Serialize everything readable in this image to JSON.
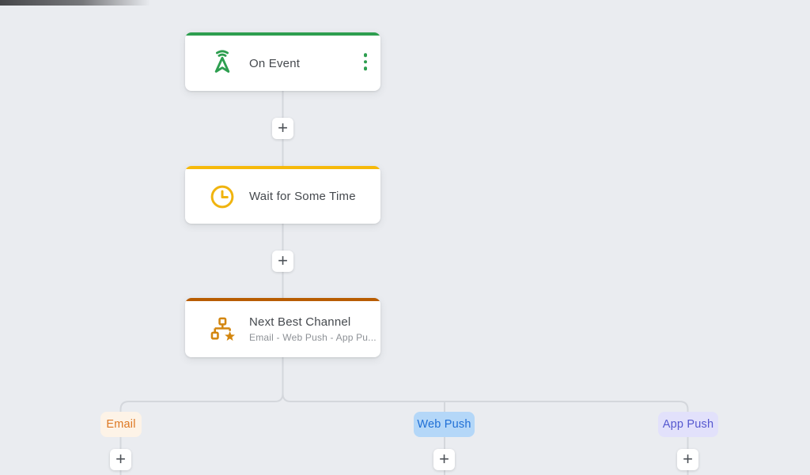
{
  "canvas": {
    "background_color": "#eaecf0",
    "connector_color": "#d4d7dc"
  },
  "nodes": [
    {
      "title": "On Event",
      "accent_color": "#2d9e4f",
      "icon": "broadcast-icon",
      "menu_icon": "kebab-menu-icon"
    },
    {
      "title": "Wait for Some Time",
      "accent_color": "#f6b90a",
      "icon": "clock-icon"
    },
    {
      "title": "Next Best Channel",
      "subtitle": "Email - Web Push - App Pu...",
      "accent_color": "#b85c00",
      "icon": "hierarchy-star-icon"
    }
  ],
  "add_step": {
    "glyph": "+"
  },
  "branches": [
    {
      "label": "Email",
      "text_color": "#dd7722",
      "bg_color": "#fdf3e7"
    },
    {
      "label": "Web Push",
      "text_color": "#1f6fd6",
      "bg_color": "#b4d7f8"
    },
    {
      "label": "App Push",
      "text_color": "#5558cf",
      "bg_color": "#e2e1fb"
    }
  ]
}
